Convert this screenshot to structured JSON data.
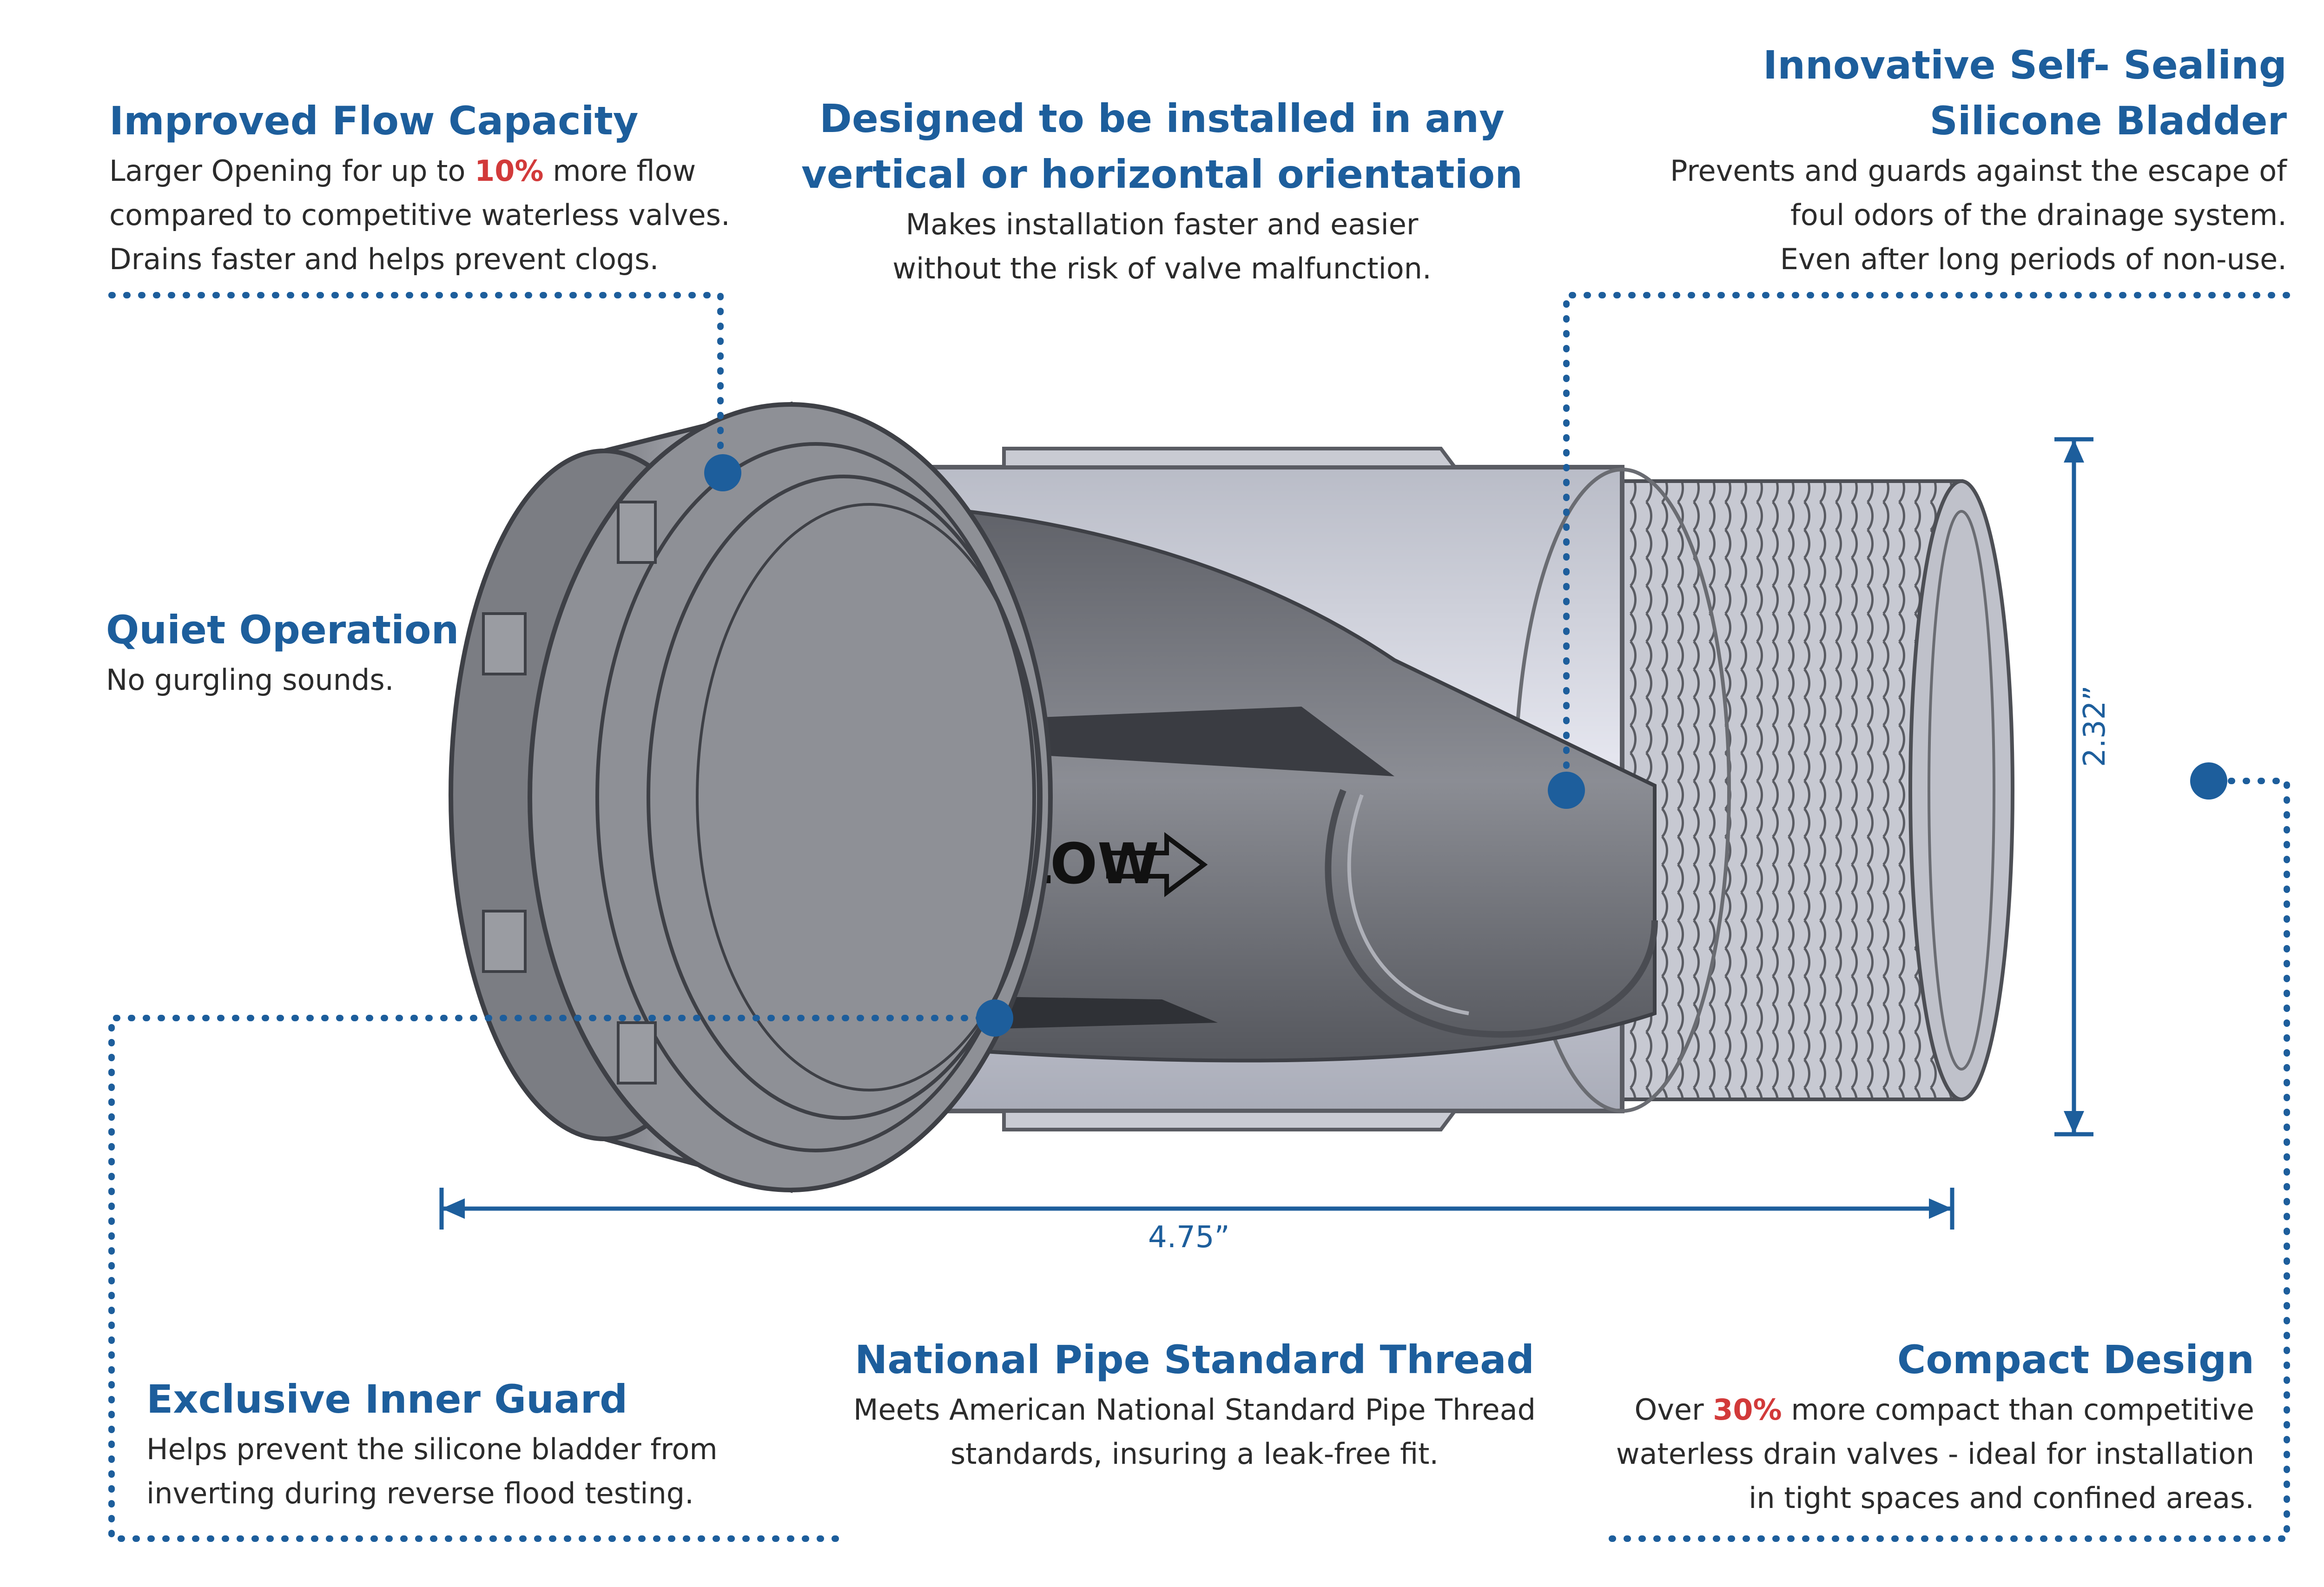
{
  "callouts": {
    "flow_capacity": {
      "title": "Improved Flow Capacity",
      "line1_pre": "Larger Opening for up to ",
      "line1_hi": "10%",
      "line1_post": " more flow",
      "line2": "compared to competitive waterless valves.",
      "line3": "Drains faster and helps prevent clogs."
    },
    "orientation": {
      "title1": "Designed to be installed in any",
      "title2": "vertical or horizontal orientation",
      "line1": "Makes installation faster and easier",
      "line2": "without the risk of valve malfunction."
    },
    "self_sealing": {
      "title1": "Innovative Self- Sealing",
      "title2": "Silicone Bladder",
      "line1": "Prevents and guards against the escape of",
      "line2": "foul odors of the drainage system.",
      "line3": "Even after long periods of non-use."
    },
    "quiet": {
      "title": "Quiet Operation",
      "line1": "No gurgling sounds."
    },
    "inner_guard": {
      "title": "Exclusive Inner Guard",
      "line1": "Helps prevent the silicone bladder from",
      "line2": "inverting during reverse flood testing."
    },
    "thread": {
      "title": "National Pipe Standard Thread",
      "line1": "Meets American National Standard Pipe Thread",
      "line2": "standards, insuring a leak-free fit."
    },
    "compact": {
      "title": "Compact Design",
      "line1_pre": "Over ",
      "line1_hi": "30%",
      "line1_post": " more compact than competitive",
      "line2": "waterless drain valves - ideal for installation",
      "line3": "in tight spaces and confined areas."
    }
  },
  "dimensions": {
    "length": "4.75”",
    "height": "2.32”"
  },
  "valve": {
    "flow_label": "FLOW"
  },
  "colors": {
    "accent_blue": "#1d5e9c",
    "highlight_red": "#d23a3a",
    "text": "#2b2b2b"
  }
}
